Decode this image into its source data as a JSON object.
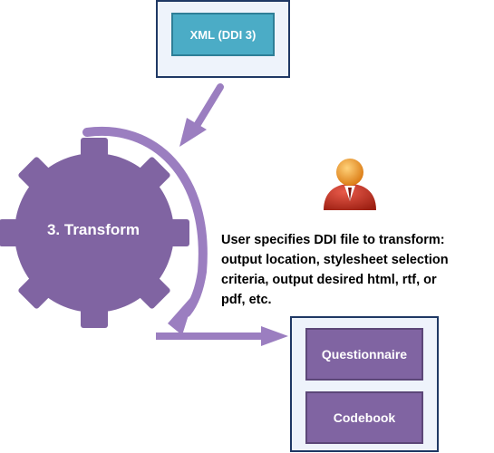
{
  "input": {
    "label": "XML (DDI 3)"
  },
  "process": {
    "label": "3. Transform"
  },
  "description": "User specifies DDI file to transform:\noutput location,  stylesheet selection\ncriteria, output desired html, rtf, or\npdf, etc.",
  "outputs": [
    {
      "label": "Questionnaire"
    },
    {
      "label": "Codebook"
    }
  ],
  "colors": {
    "gear": "#8064a2",
    "arrow": "#9b7ec0",
    "input_box": "#4bacc6",
    "output_box": "#8064a2",
    "frame_border": "#1f3864",
    "user_shirt": "#c0392b",
    "user_head": "#f39c12"
  },
  "icons": [
    "gear-icon",
    "user-icon",
    "arrow-icon"
  ]
}
